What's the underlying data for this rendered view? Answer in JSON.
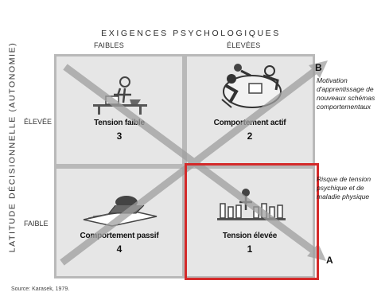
{
  "vertical_axis": "LATITUDE DÉCISIONNELLE (AUTONOMIE)",
  "top_axis": "EXIGENCES PSYCHOLOGIQUES",
  "columns": [
    "FAIBLES",
    "ÉLEVÉES"
  ],
  "rows": [
    "ÉLEVÉE",
    "FAIBLE"
  ],
  "quadrants": [
    {
      "title": "Tension faible",
      "number": "3",
      "illustration": "person-reading-icon"
    },
    {
      "title": "Comportement actif",
      "number": "2",
      "illustration": "people-meeting-icon"
    },
    {
      "title": "Comportement passif",
      "number": "4",
      "illustration": "person-slumped-icon"
    },
    {
      "title": "Tension élevée",
      "number": "1",
      "illustration": "crowded-workers-icon"
    }
  ],
  "endpoint_b": "B",
  "endpoint_a": "A",
  "diagonal_b_label": "Motivation d'apprentissage de nouveaux schémas comportementaux",
  "diagonal_a_label": "Risque de tension psychique et de maladie physique",
  "source": "Source: Karasek, 1979.",
  "colors": {
    "cell": "#e6e6e6",
    "border": "#b9b9b9",
    "highlight": "#d42a2a",
    "diagonal": "#b5b5b5"
  }
}
